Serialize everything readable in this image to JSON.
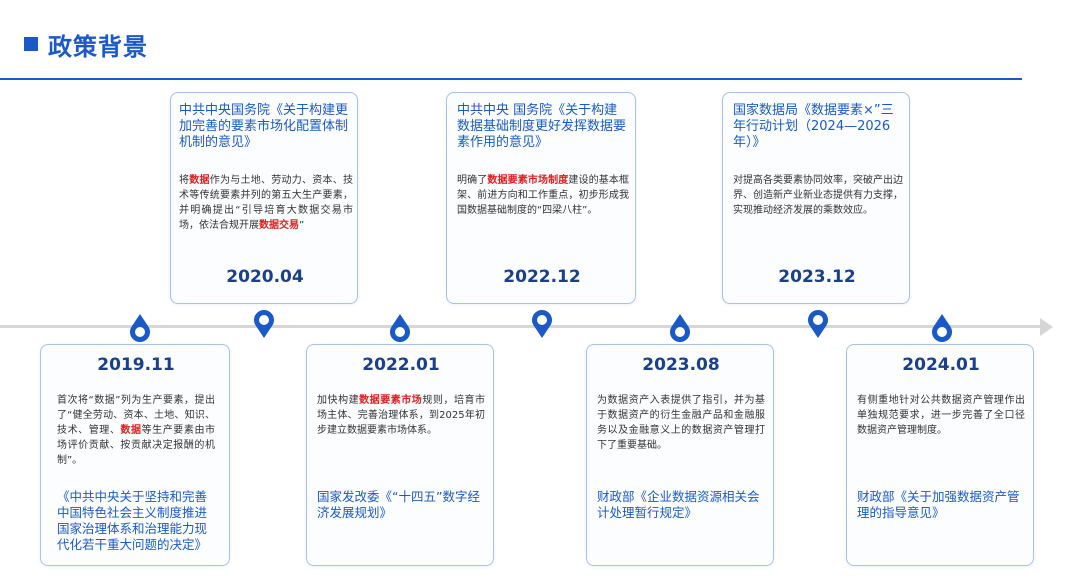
{
  "header": {
    "title": "政策背景"
  },
  "colors": {
    "accent": "#1a5ac8",
    "highlight": "#e02020",
    "date": "#1a3f8c",
    "line": "#d6d6d6",
    "card_border": "#a9c2e8"
  },
  "icons": {
    "pin": "location-pin-icon",
    "arrow": "arrow-right-icon"
  },
  "events": [
    {
      "id": "2019-11",
      "date": "2019.11",
      "description": [
        {
          "text": "首次将“数据”列为生产要素，提出了“健全劳动、资本、土地、知识、技术、管理、"
        },
        {
          "text": "数据",
          "highlight": true
        },
        {
          "text": "等生产要素由市场评价贡献、按贡献决定报酬的机制”。"
        }
      ],
      "source": "《中共中央关于坚持和完善中国特色社会主义制度推进国家治理体系和治理能力现代化若干重大问题的决定》"
    },
    {
      "id": "2020-04",
      "date": "2020.04",
      "title": "中共中央国务院《关于构建更加完善的要素市场化配置体制机制的意见》",
      "description": [
        {
          "text": "将"
        },
        {
          "text": "数据",
          "highlight": true
        },
        {
          "text": "作为与土地、劳动力、资本、技术等传统要素并列的第五大生产要素，并明确提出“引导培育大数据交易市场，依法合规开展"
        },
        {
          "text": "数据交易",
          "highlight": true
        },
        {
          "text": "”"
        }
      ]
    },
    {
      "id": "2022-01",
      "date": "2022.01",
      "description": [
        {
          "text": "加快构建"
        },
        {
          "text": "数据要素市场",
          "highlight": true
        },
        {
          "text": "规则，培育市场主体、完善治理体系，到2025年初步建立数据要素市场体系。"
        }
      ],
      "source": "国家发改委《“十四五”数字经济发展规划》"
    },
    {
      "id": "2022-12",
      "date": "2022.12",
      "title": "中共中央 国务院《关于构建数据基础制度更好发挥数据要素作用的意见》",
      "description": [
        {
          "text": "明确了"
        },
        {
          "text": "数据要素市场制度",
          "highlight": true
        },
        {
          "text": "建设的基本框架、前进方向和工作重点，初步形成我国数据基础制度的“四梁八柱”。"
        }
      ]
    },
    {
      "id": "2023-08",
      "date": "2023.08",
      "description": [
        {
          "text": "为数据资产入表提供了指引，并为基于数据资产的衍生金融产品和金融服务以及金融意义上的数据资产管理打下了重要基础。"
        }
      ],
      "source": "财政部《企业数据资源相关会计处理暂行规定》"
    },
    {
      "id": "2023-12",
      "date": "2023.12",
      "title": "国家数据局《数据要素×”三年行动计划（2024—2026年）》",
      "description": [
        {
          "text": "对提高各类要素协同效率，突破产出边界、创造新产业新业态提供有力支撑，实现推动经济发展的乘数效应。"
        }
      ]
    },
    {
      "id": "2024-01",
      "date": "2024.01",
      "description": [
        {
          "text": "有侧重地针对公共数据资产管理作出单独规范要求，进一步完善了全口径数据资产管理制度。"
        }
      ],
      "source": "财政部《关于加强数据资产管理的指导意见》"
    }
  ]
}
